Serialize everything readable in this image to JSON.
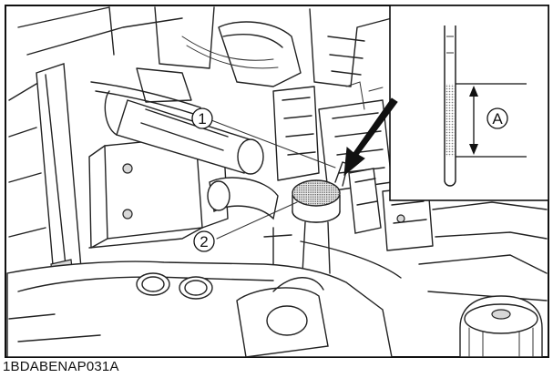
{
  "figure": {
    "code": "1BDABENAP031A",
    "callouts": [
      {
        "id": "1",
        "label": "1"
      },
      {
        "id": "2",
        "label": "2"
      }
    ],
    "inset": {
      "dimension_label": "A"
    }
  },
  "colors": {
    "line": "#222222",
    "background": "#ffffff",
    "stipple": "#7a7a7a"
  }
}
